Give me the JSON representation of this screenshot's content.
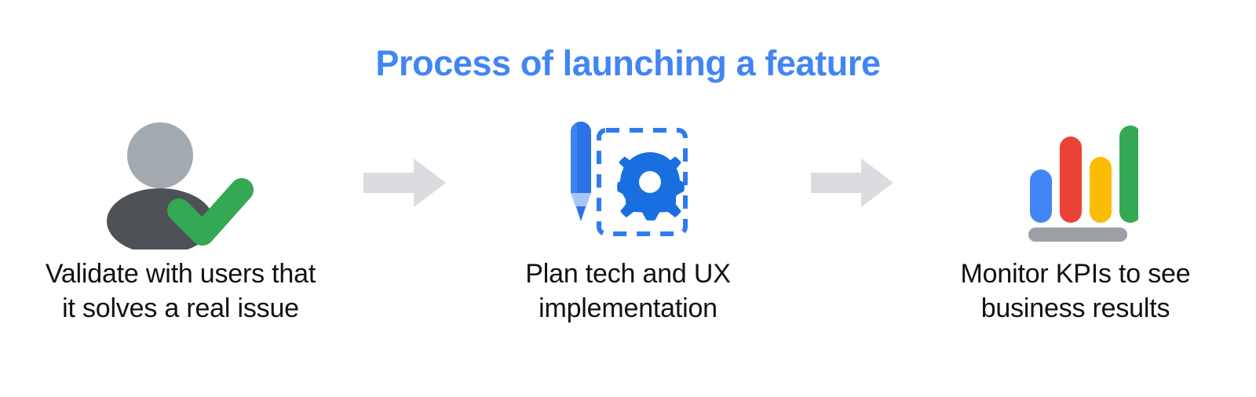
{
  "header": {
    "title": "Process of launching a feature",
    "title_color": "#4285F4"
  },
  "steps": [
    {
      "index": 1,
      "icon": "person-check-icon",
      "caption": "Validate with users that\nit solves a real issue",
      "colors": {
        "head": "#A2A9AF",
        "body": "#4E5257",
        "check": "#34A853"
      }
    },
    {
      "index": 2,
      "icon": "pencil-gear-icon",
      "caption": "Plan tech and UX\nimplementation",
      "colors": {
        "pencil_body": "#2A72E5",
        "pencil_tip": "#A6C6F7",
        "pencil_point": "#2A72E5",
        "gear": "#1A6FE0",
        "dashed_border": "#2F7BF0"
      }
    },
    {
      "index": 3,
      "icon": "bar-chart-icon",
      "caption": "Monitor KPIs to see\nbusiness results",
      "colors": {
        "bar_blue": "#4285F4",
        "bar_red": "#EA4335",
        "bar_yellow": "#FBBC04",
        "bar_green": "#34A853",
        "base": "#9AA0A6"
      }
    }
  ],
  "connectors": [
    {
      "name": "arrow-1",
      "direction": "right",
      "color": "#DADCE0"
    },
    {
      "name": "arrow-2",
      "direction": "right",
      "color": "#DADCE0"
    }
  ],
  "chart_data": {
    "type": "bar",
    "title": "",
    "categories": [
      "bar-1",
      "bar-2",
      "bar-3",
      "bar-4"
    ],
    "values": [
      42,
      80,
      58,
      96
    ],
    "colors": [
      "#4285F4",
      "#EA4335",
      "#FBBC04",
      "#34A853"
    ],
    "xlabel": "",
    "ylabel": "",
    "ylim": [
      0,
      100
    ],
    "grid": false,
    "legend": "none"
  }
}
